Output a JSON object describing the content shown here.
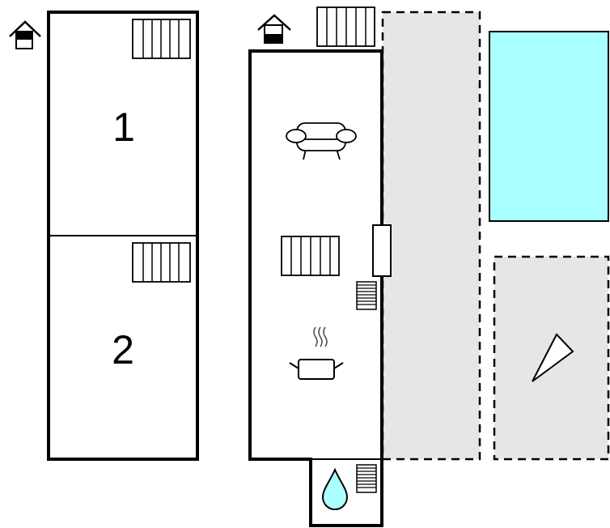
{
  "floor_plan": {
    "upper_floor": {
      "rooms": [
        {
          "number": "1",
          "icon": "bed-icon"
        },
        {
          "number": "2",
          "icon": "bed-icon"
        }
      ],
      "level_icon": "house-upper-floor-icon"
    },
    "ground_floor": {
      "level_icon": "house-ground-floor-icon",
      "icons": [
        "sofa-icon",
        "bed-icon",
        "stairs-icon",
        "cooking-pot-icon",
        "water-drop-icon",
        "stairs-icon",
        "bed-icon"
      ]
    },
    "outdoor": {
      "areas": [
        "terrace-area",
        "pool",
        "garden-area"
      ],
      "icons": [
        "pennant-flag-icon"
      ]
    },
    "colors": {
      "wall": "#000000",
      "terrace": "#e6e6e6",
      "pool": "#aaffff",
      "water_drop": "#aaffff"
    }
  }
}
